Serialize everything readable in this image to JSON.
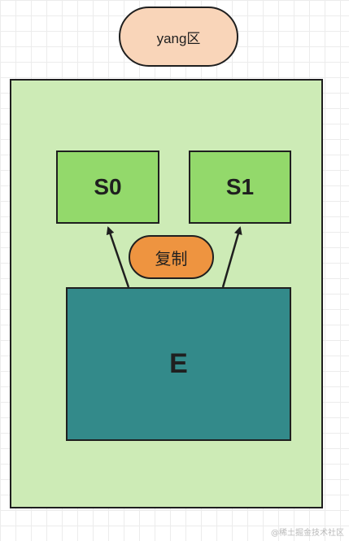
{
  "diagram": {
    "young_label": "yang区",
    "s0_label": "S0",
    "s1_label": "S1",
    "copy_label": "复制",
    "eden_label": "E",
    "watermark": "@稀土掘金技术社区",
    "colors": {
      "young_pill": "#f9d5b9",
      "region_fill": "#cdebb6",
      "survivor_fill": "#93d96b",
      "eden_fill": "#338a8a",
      "copy_pill": "#ee9440",
      "stroke": "#1f1f1f"
    }
  }
}
